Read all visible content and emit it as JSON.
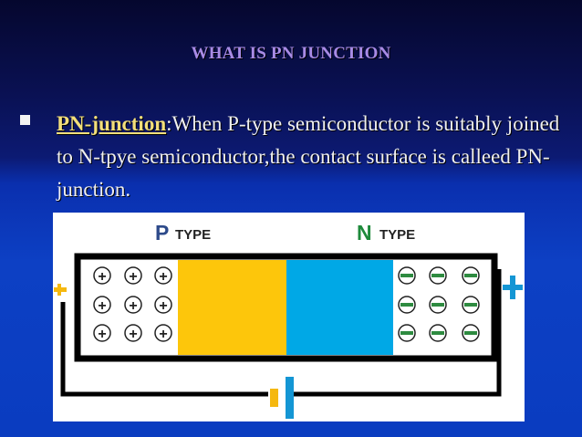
{
  "slide": {
    "title": "WHAT IS PN JUNCTION",
    "bullet": {
      "term": "PN-junction",
      "separator": ":",
      "text": "When P-type semiconductor is suitably joined to N-tpye semiconductor,the contact surface is calleed PN-junction."
    }
  },
  "diagram": {
    "p_letter": "P",
    "p_word": "TYPE",
    "n_letter": "N",
    "n_word": "TYPE",
    "plus_symbol": "+",
    "colors": {
      "p_region": "#fdc60b",
      "n_region": "#00a8e6",
      "p_label": "#2d4a8a",
      "n_label": "#1e8a3b",
      "negative_sign": "#2e8b40",
      "battery_positive": "#1496d4",
      "battery_negative": "#f5b80f"
    }
  }
}
